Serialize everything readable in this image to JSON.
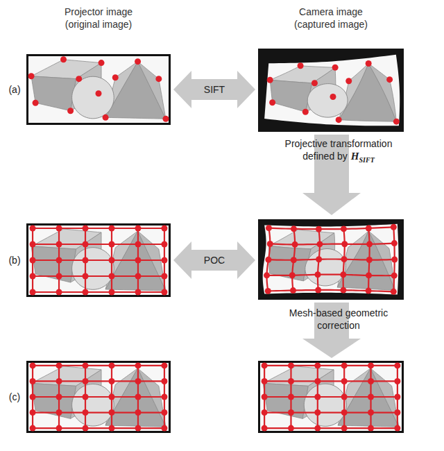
{
  "diagram": {
    "nodes": [
      {
        "text": [
          "Projector image (original image)"
        ]
      },
      {
        "text": [
          "Camera image (captured image)"
        ]
      }
    ],
    "edges": [
      {
        "from": 0,
        "to": 1,
        "arrow": "both",
        "label": "SIFT"
      }
    ],
    "labels": [
      "(a)",
      "(b)",
      "(c)",
      "POC",
      "Projective transformation defined by",
      "H",
      "SIFT",
      "Mesh-based geometric correction"
    ]
  }
}
